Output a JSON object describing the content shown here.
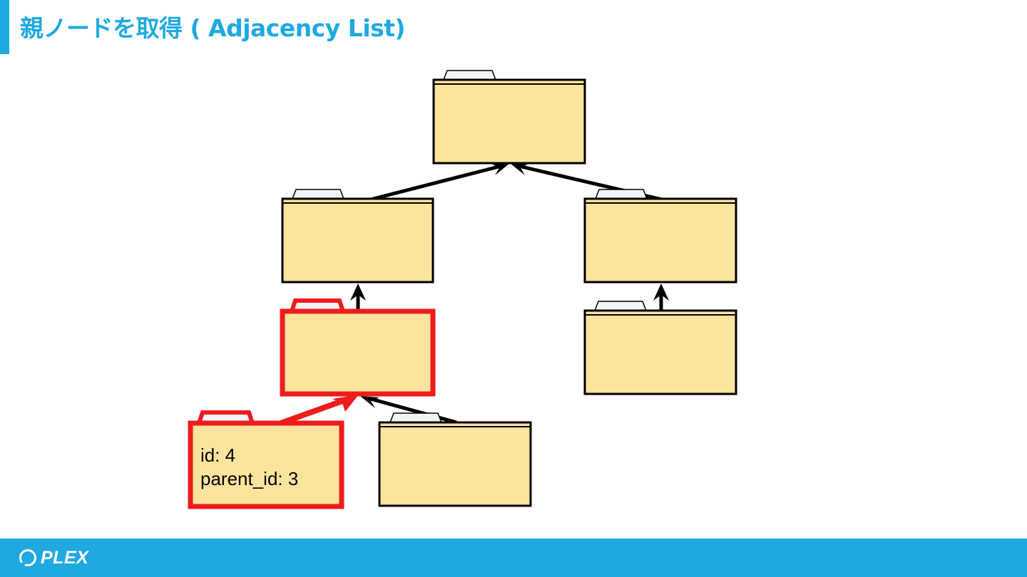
{
  "slide": {
    "title": "親ノードを取得 ( Adjacency List)"
  },
  "diagram": {
    "folder_fill": "#fde49c",
    "tab_fill": "#f2f4f8",
    "normal_stroke": "#000000",
    "highlight_stroke": "#ee1c1c",
    "nodes": [
      {
        "key": "root",
        "highlighted": false
      },
      {
        "key": "left",
        "highlighted": false
      },
      {
        "key": "right",
        "highlighted": false
      },
      {
        "key": "left-child",
        "highlighted": true
      },
      {
        "key": "right-child",
        "highlighted": false
      },
      {
        "key": "selected",
        "highlighted": true,
        "label_lines": [
          "id: 4",
          "parent_id: 3"
        ]
      },
      {
        "key": "sibling",
        "highlighted": false
      }
    ]
  },
  "footer": {
    "logo_text": "PLEX",
    "background": "#1ea9e1"
  }
}
